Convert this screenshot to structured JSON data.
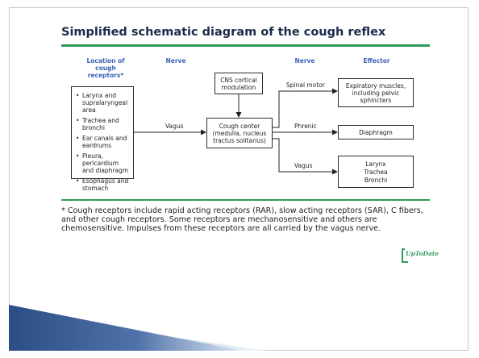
{
  "slide": {
    "title": "Simplified schematic diagram of the cough reflex",
    "accent_color": "#2f9a5a",
    "heading_color": "#3b63b7"
  },
  "diagram": {
    "headers": {
      "location": "Location of cough receptors*",
      "nerve_left": "Nerve",
      "nerve_right": "Nerve",
      "effector": "Effector"
    },
    "receptor_locations": [
      "Larynx and supralaryngeal area",
      "Trachea and bronchi",
      "Ear canals and eardrums",
      "Pleura, pericardium and diaphragm",
      "Esophagus and stomach"
    ],
    "bullet": "•",
    "afferent_nerve": "Vagus",
    "cortical_box": "CNS cortical modulation",
    "cough_center": "Cough center (medulla, nucleus tractus solitarius)",
    "efferent_nerves": {
      "spinal": "Spinal motor",
      "phrenic": "Phrenic",
      "vagus": "Vagus"
    },
    "effectors": {
      "expiratory": "Expiratory muscles, including pelvic sphincters",
      "diaphragm": "Diaphragm",
      "vagal_targets": [
        "Larynx",
        "Trachea",
        "Bronchi"
      ]
    }
  },
  "footnote": "* Cough receptors include rapid acting receptors (RAR), slow acting receptors (SAR), C fibers, and other cough receptors. Some receptors are mechanosensitive and others are chemosensitive. Impulses from these receptors are all carried by the vagus nerve.",
  "logo": {
    "text": "UpToDate",
    "icon": "uptodate-bracket-logo"
  }
}
